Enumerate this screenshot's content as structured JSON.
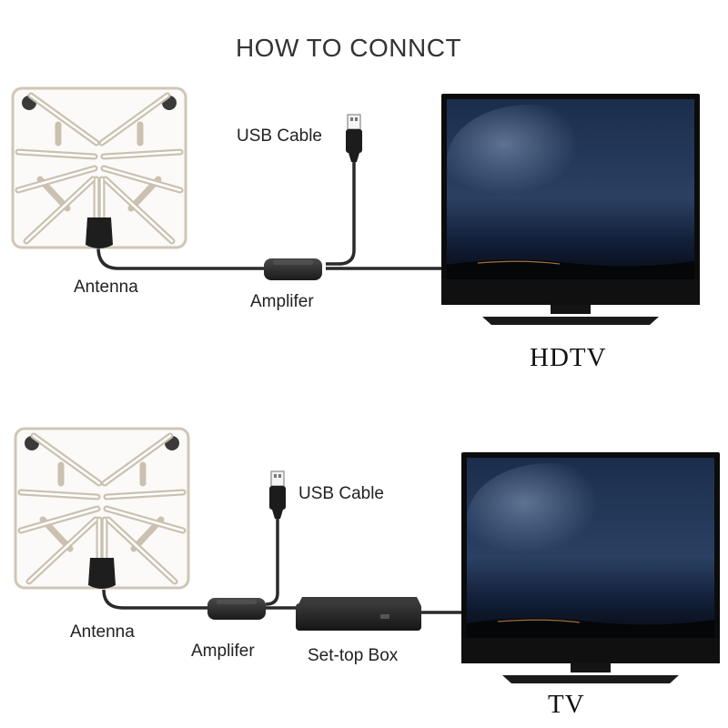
{
  "title": "HOW TO CONNCT",
  "top": {
    "usb_label": "USB Cable",
    "antenna_label": "Antenna",
    "amplifier_label": "Amplifer",
    "tv_label": "HDTV"
  },
  "bottom": {
    "usb_label": "USB Cable",
    "antenna_label": "Antenna",
    "amplifier_label": "Amplifer",
    "box_label": "Set-top Box",
    "tv_label": "TV"
  },
  "colors": {
    "cable": "#2a2a2a",
    "antenna_frame": "#c9bfae",
    "antenna_fill": "#fbfaf8",
    "screen_top": "#1d3152",
    "screen_bottom": "#0a0e18"
  },
  "icons": [
    "antenna-icon",
    "usb-plug-icon",
    "amplifier-icon",
    "tv-icon",
    "set-top-box-icon"
  ]
}
